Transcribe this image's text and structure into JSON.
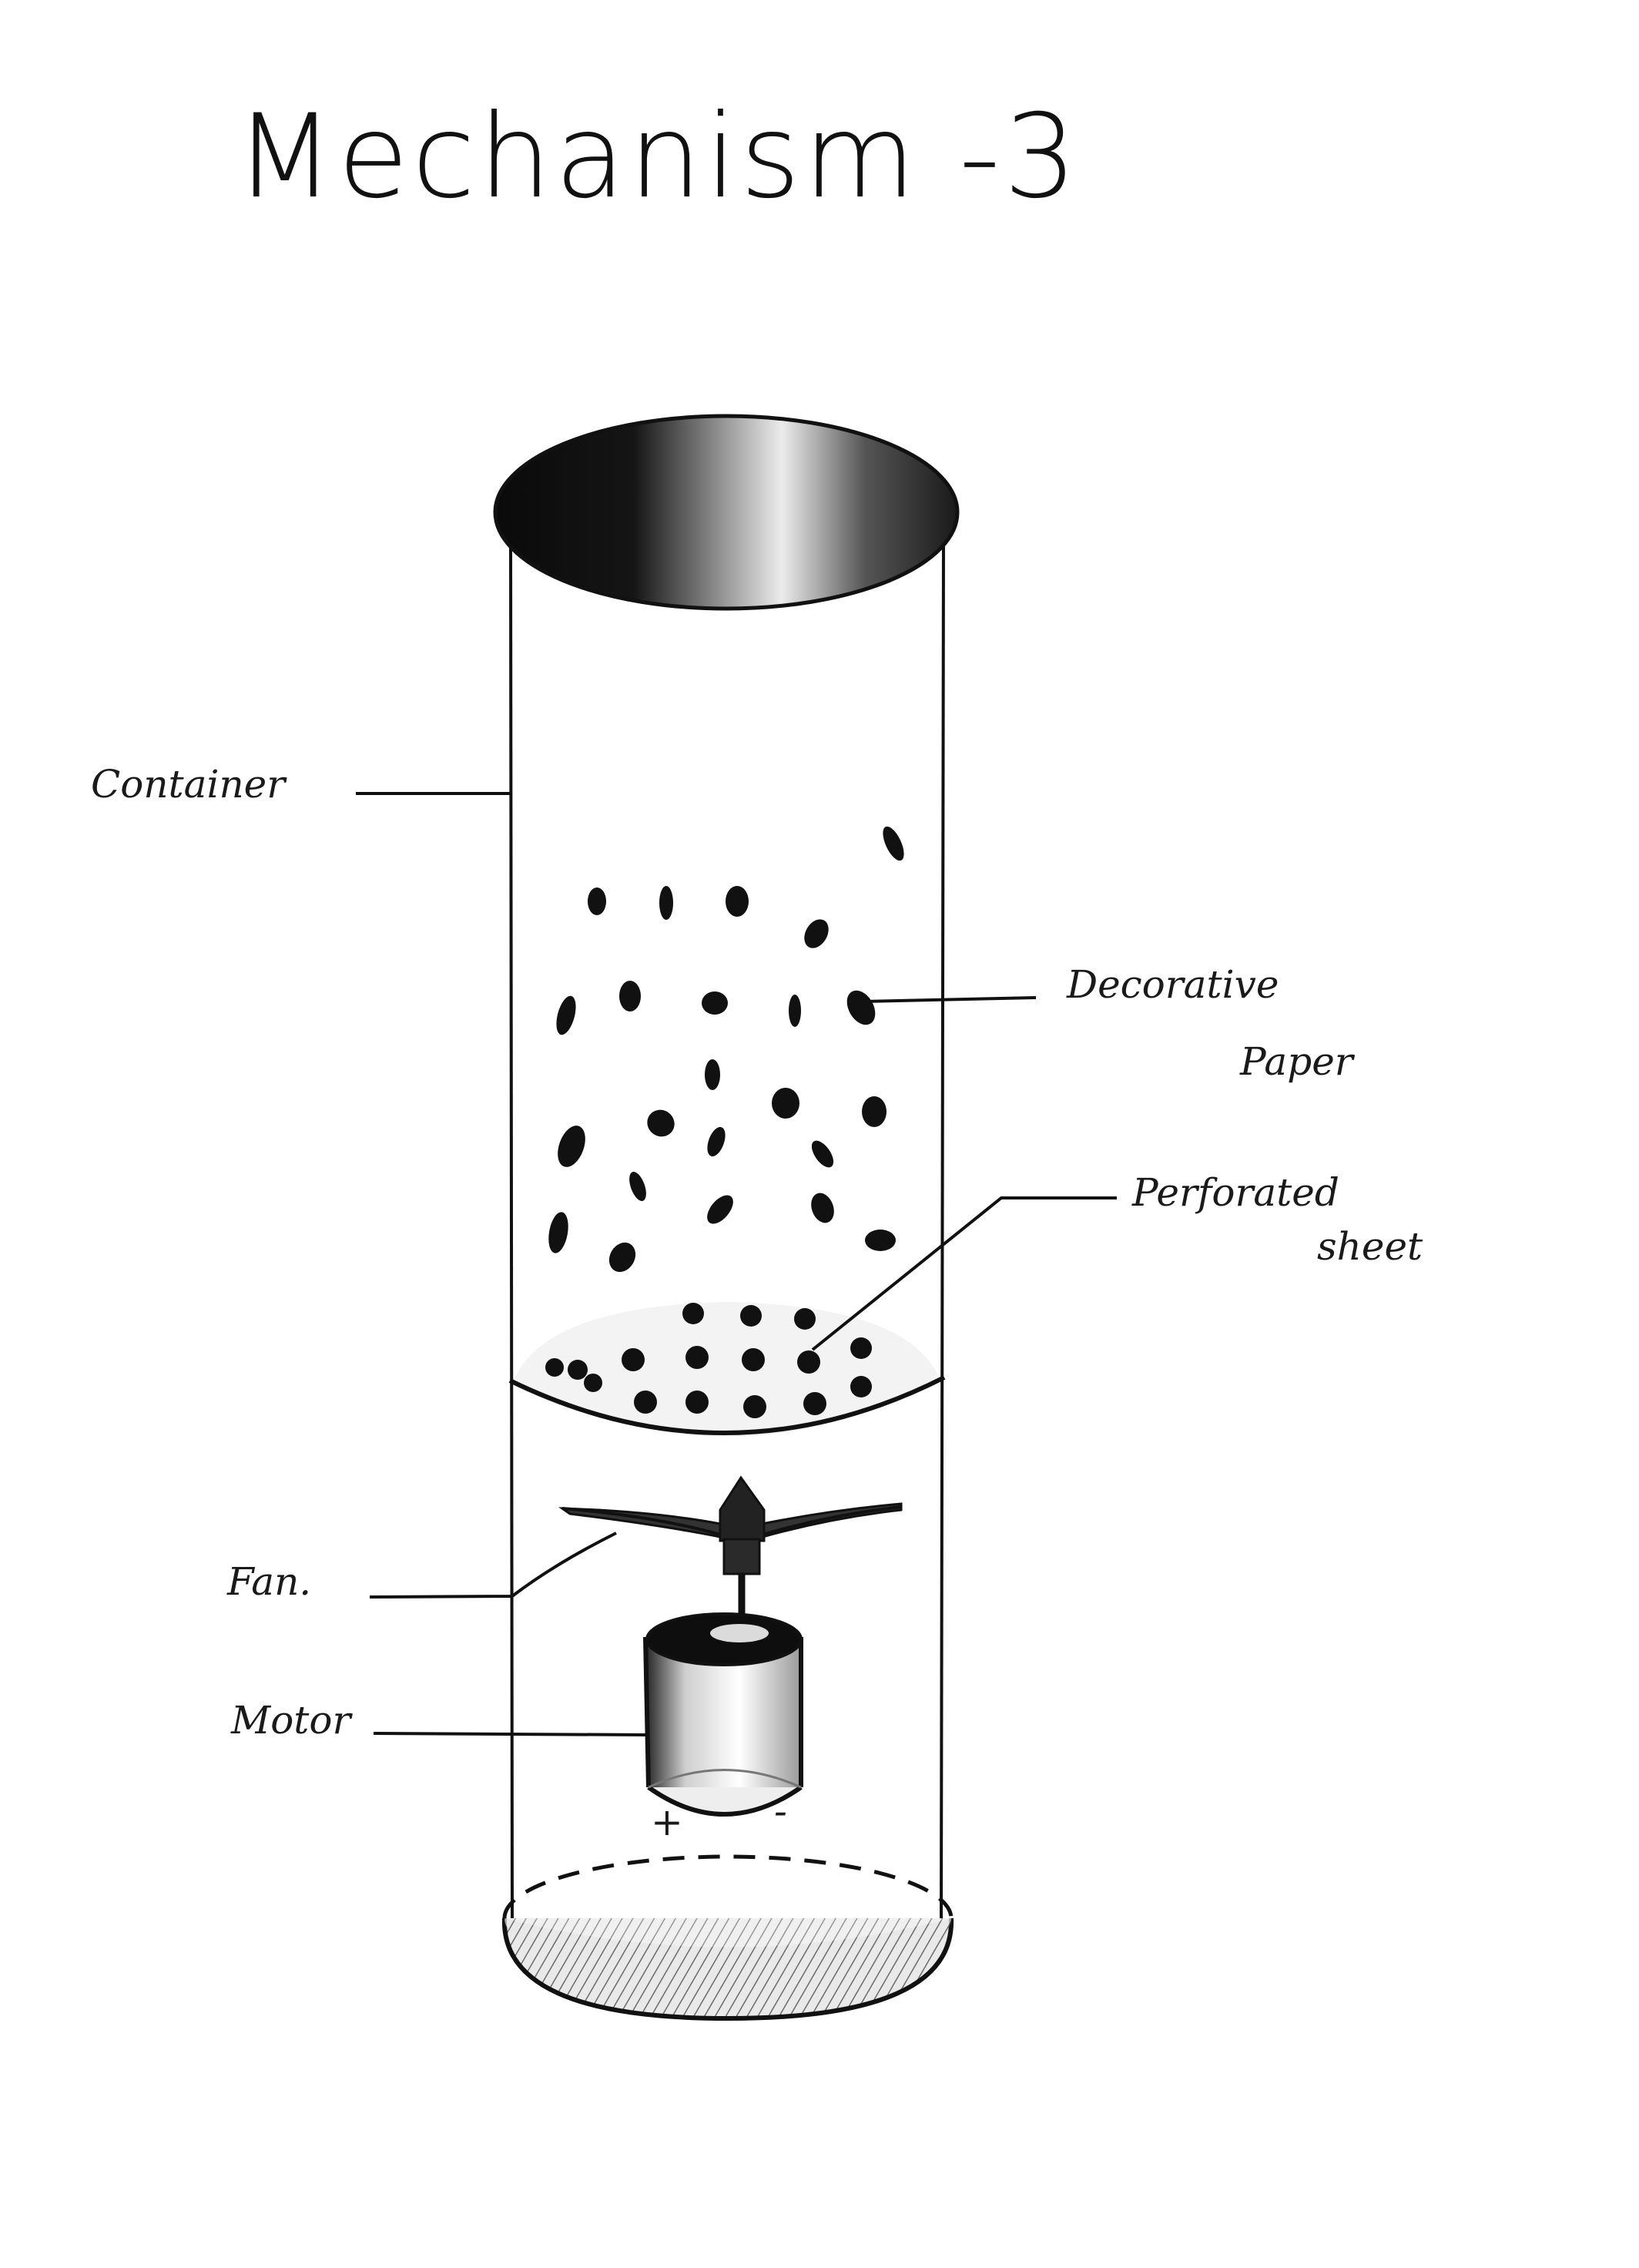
{
  "title": "Mechanism -3",
  "labels": {
    "container": "Container",
    "decorative_paper_1": "Decorative",
    "decorative_paper_2": "Paper",
    "perforated_sheet_1": "Perforated",
    "perforated_sheet_2": "sheet",
    "fan": "Fan.",
    "motor": "Motor"
  },
  "terminals": {
    "positive": "+",
    "negative": "-"
  }
}
